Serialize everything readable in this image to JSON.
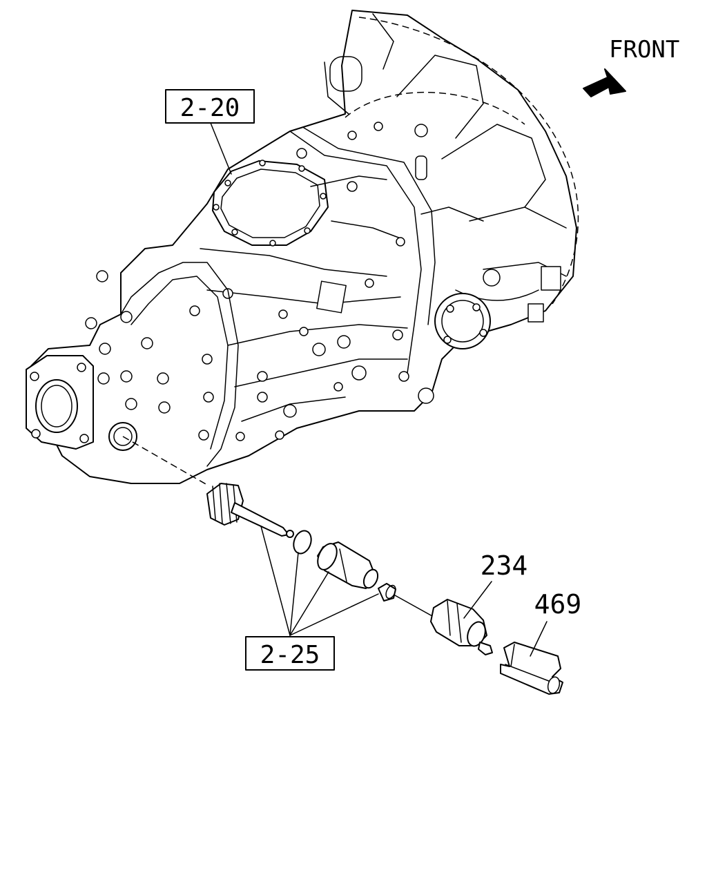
{
  "orientation": {
    "label": "FRONT",
    "icon": "arrow-icon"
  },
  "callouts": [
    {
      "id": "2-20",
      "boxed": true
    },
    {
      "id": "2-25",
      "boxed": true
    },
    {
      "id": "234",
      "boxed": false
    },
    {
      "id": "469",
      "boxed": false
    }
  ],
  "colors": {
    "ink": "#000000",
    "paper": "#ffffff"
  }
}
